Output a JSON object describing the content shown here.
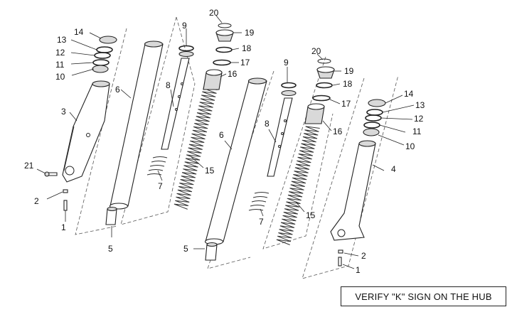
{
  "labels": {
    "p1a": "1",
    "p2a": "2",
    "p3": "3",
    "p5a": "5",
    "p6a": "6",
    "p7a": "7",
    "p8a": "8",
    "p9a": "9",
    "p10a": "10",
    "p11a": "11",
    "p12a": "12",
    "p13a": "13",
    "p14a": "14",
    "p15a": "15",
    "p16a": "16",
    "p17a": "17",
    "p18a": "18",
    "p19a": "19",
    "p20a": "20",
    "p21": "21",
    "p1b": "1",
    "p2b": "2",
    "p4": "4",
    "p5b": "5",
    "p6b": "6",
    "p7b": "7",
    "p8b": "8",
    "p9b": "9",
    "p10b": "10",
    "p11b": "11",
    "p12b": "12",
    "p13b": "13",
    "p14b": "14",
    "p15b": "15",
    "p16b": "16",
    "p17b": "17",
    "p18b": "18",
    "p19b": "19",
    "p20b": "20"
  },
  "note": "VERIFY \"K\" SIGN ON THE HUB"
}
